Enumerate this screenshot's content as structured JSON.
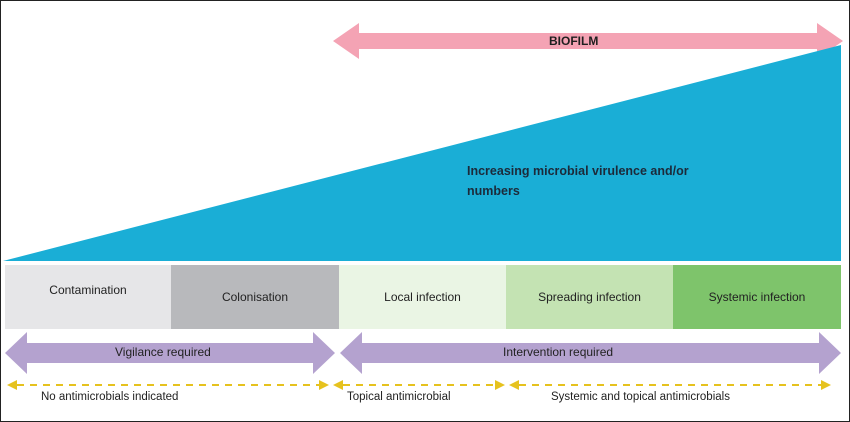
{
  "biofilm": {
    "label": "BIOFILM",
    "color": "#f4a3b4"
  },
  "wedge": {
    "label": "Increasing microbial virulence and/or numbers",
    "color": "#1aaed6"
  },
  "stages": [
    {
      "label": "Contamination",
      "color": "#e6e6e8"
    },
    {
      "label": "Colonisation",
      "color": "#b8b9bc"
    },
    {
      "label": "Local infection",
      "color": "#eaf5e4"
    },
    {
      "label": "Spreading infection",
      "color": "#c4e3b3"
    },
    {
      "label": "Systemic infection",
      "color": "#7ec46b"
    }
  ],
  "actions": [
    {
      "label": "Vigilance required"
    },
    {
      "label": "Intervention required"
    }
  ],
  "action_color": "#b4a2cf",
  "treatments": [
    {
      "label": "No antimicrobials indicated"
    },
    {
      "label": "Topical antimicrobial"
    },
    {
      "label": "Systemic and topical antimicrobials"
    }
  ],
  "dash_color": "#e6c21e"
}
